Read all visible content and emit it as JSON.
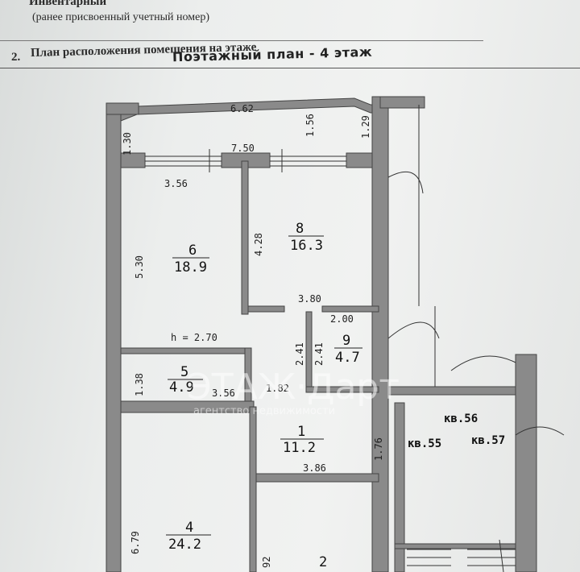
{
  "header": {
    "inventory_label": "Инвентарный",
    "previous_number": "(ранее присвоенный учетный номер)",
    "section_number": "2.",
    "section_title": "План расположения помещения на этаже"
  },
  "plan": {
    "title": "Поэтажный план - 4 этаж",
    "ceiling_height": "h = 2.70",
    "rooms": [
      {
        "number": "1",
        "area": "11.2"
      },
      {
        "number": "2",
        "area": ""
      },
      {
        "number": "4",
        "area": "24.2"
      },
      {
        "number": "5",
        "area": "4.9"
      },
      {
        "number": "6",
        "area": "18.9"
      },
      {
        "number": "8",
        "area": "16.3"
      },
      {
        "number": "9",
        "area": "4.7"
      }
    ],
    "dimensions": {
      "d662": "6.62",
      "d156": "1.56",
      "d130": "1.30",
      "d129": "1.29",
      "d750": "7.50",
      "d356a": "3.56",
      "d428": "4.28",
      "d530": "5.30",
      "d380": "3.80",
      "d200": "2.00",
      "d241a": "2.41",
      "d241b": "2.41",
      "d138": "1.38",
      "d356b": "3.56",
      "d182": "1.82",
      "d176": "1.76",
      "d386": "3.86",
      "d679": "6.79",
      "d92": "92"
    },
    "apartments": {
      "kv56": "кв.56",
      "kv55": "кв.55",
      "kv57": "кв.57"
    }
  },
  "watermark": {
    "brand": "ЭТАЖ·Дарт",
    "subtitle": "агентство недвижимости"
  }
}
